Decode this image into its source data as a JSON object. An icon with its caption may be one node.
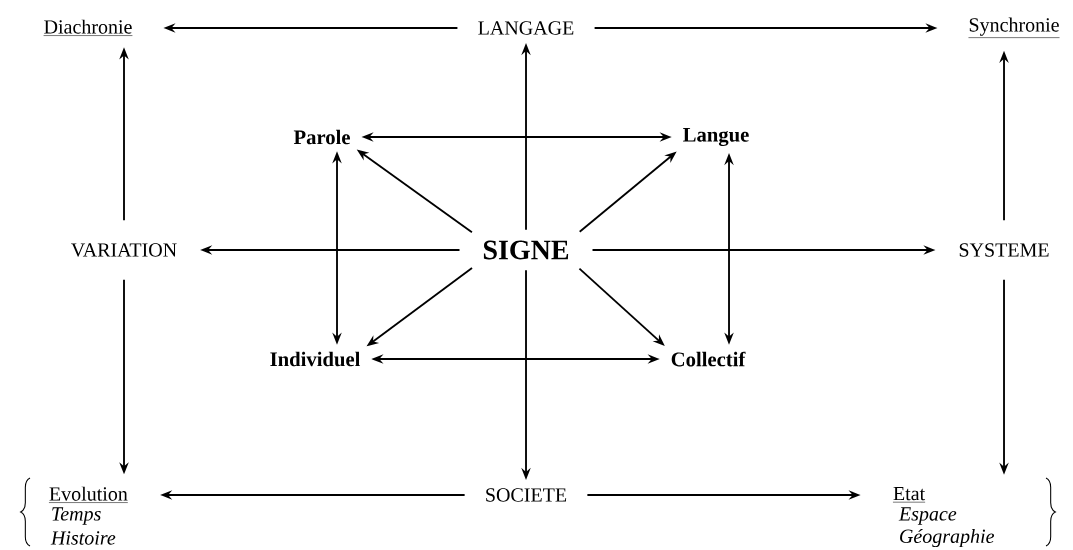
{
  "diagram": {
    "nodes": [
      {
        "text": [
          "Diachronie"
        ]
      },
      {
        "text": [
          "LANGAGE"
        ]
      },
      {
        "text": [
          "Synchronie"
        ]
      },
      {
        "text": [
          "Parole"
        ]
      },
      {
        "text": [
          "Langue"
        ]
      },
      {
        "text": [
          "VARIATION"
        ]
      },
      {
        "text": [
          "SIGNE"
        ]
      },
      {
        "text": [
          "SYSTEME"
        ]
      },
      {
        "text": [
          "Individuel"
        ]
      },
      {
        "text": [
          "Collectif"
        ]
      },
      {
        "text": [
          "Evolution"
        ],
        "beside": [
          "Temps",
          "Histoire"
        ]
      },
      {
        "text": [
          "SOCIETE"
        ]
      },
      {
        "text": [
          "Etat"
        ],
        "beside": [
          "Espace",
          "Géographie"
        ]
      }
    ],
    "edges": [
      {
        "from": 1,
        "to": 0,
        "arrow": "to"
      },
      {
        "from": 1,
        "to": 2,
        "arrow": "to"
      },
      {
        "from": 5,
        "to": 0,
        "arrow": "to"
      },
      {
        "from": 5,
        "to": 10,
        "arrow": "to"
      },
      {
        "from": 7,
        "to": 2,
        "arrow": "to"
      },
      {
        "from": 7,
        "to": 12,
        "arrow": "to"
      },
      {
        "from": 11,
        "to": 10,
        "arrow": "to"
      },
      {
        "from": 11,
        "to": 12,
        "arrow": "to"
      },
      {
        "from": 6,
        "to": 1,
        "arrow": "to"
      },
      {
        "from": 6,
        "to": 5,
        "arrow": "to"
      },
      {
        "from": 6,
        "to": 7,
        "arrow": "to"
      },
      {
        "from": 6,
        "to": 11,
        "arrow": "to"
      },
      {
        "from": 6,
        "to": 3,
        "arrow": "to"
      },
      {
        "from": 6,
        "to": 4,
        "arrow": "to"
      },
      {
        "from": 6,
        "to": 8,
        "arrow": "to"
      },
      {
        "from": 6,
        "to": 9,
        "arrow": "to"
      },
      {
        "from": 3,
        "to": 4,
        "arrow": "both"
      },
      {
        "from": 3,
        "to": 8,
        "arrow": "both"
      },
      {
        "from": 4,
        "to": 9,
        "arrow": "both"
      },
      {
        "from": 8,
        "to": 9,
        "arrow": "both"
      }
    ]
  }
}
